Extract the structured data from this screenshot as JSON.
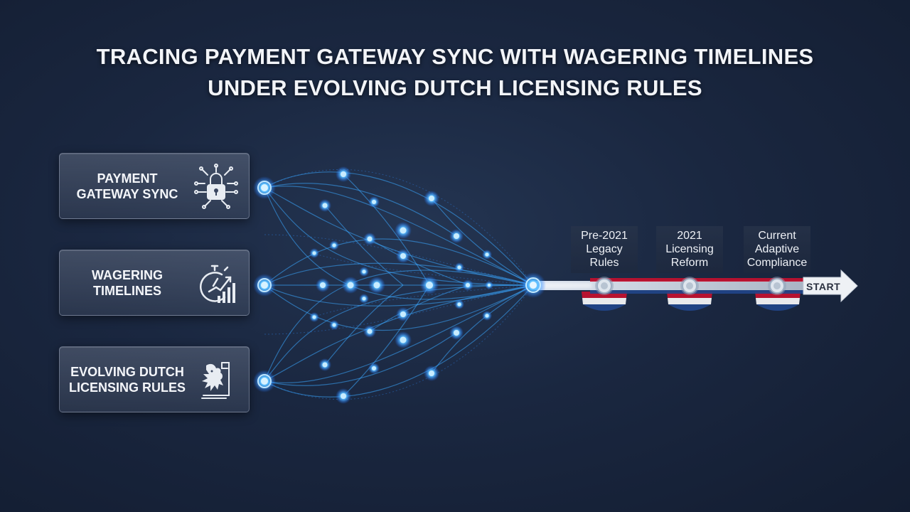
{
  "title": {
    "line1": "TRACING PAYMENT GATEWAY SYNC WITH WAGERING TIMELINES",
    "line2": "UNDER EVOLVING DUTCH LICENSING RULES"
  },
  "inputs": [
    {
      "line1": "PAYMENT",
      "line2": "GATEWAY SYNC",
      "icon": "padlock-circuit-icon"
    },
    {
      "line1": "WAGERING",
      "line2": "TIMELINES",
      "icon": "stopwatch-growth-chart-icon"
    },
    {
      "line1": "EVOLVING DUTCH",
      "line2": "LICENSING RULES",
      "icon": "dutch-lion-document-icon"
    }
  ],
  "timeline": {
    "milestones": [
      {
        "line1": "Pre-2021",
        "line2": "Legacy",
        "line3": "Rules"
      },
      {
        "line1": "2021",
        "line2": "Licensing",
        "line3": "Reform"
      },
      {
        "line1": "Current",
        "line2": "Adaptive",
        "line3": "Compliance"
      }
    ],
    "arrow_label": "START"
  },
  "colors": {
    "node_glow": "#3aa8ff",
    "flag_red": "#c8102e",
    "flag_white": "#ffffff",
    "flag_blue": "#21468b"
  }
}
